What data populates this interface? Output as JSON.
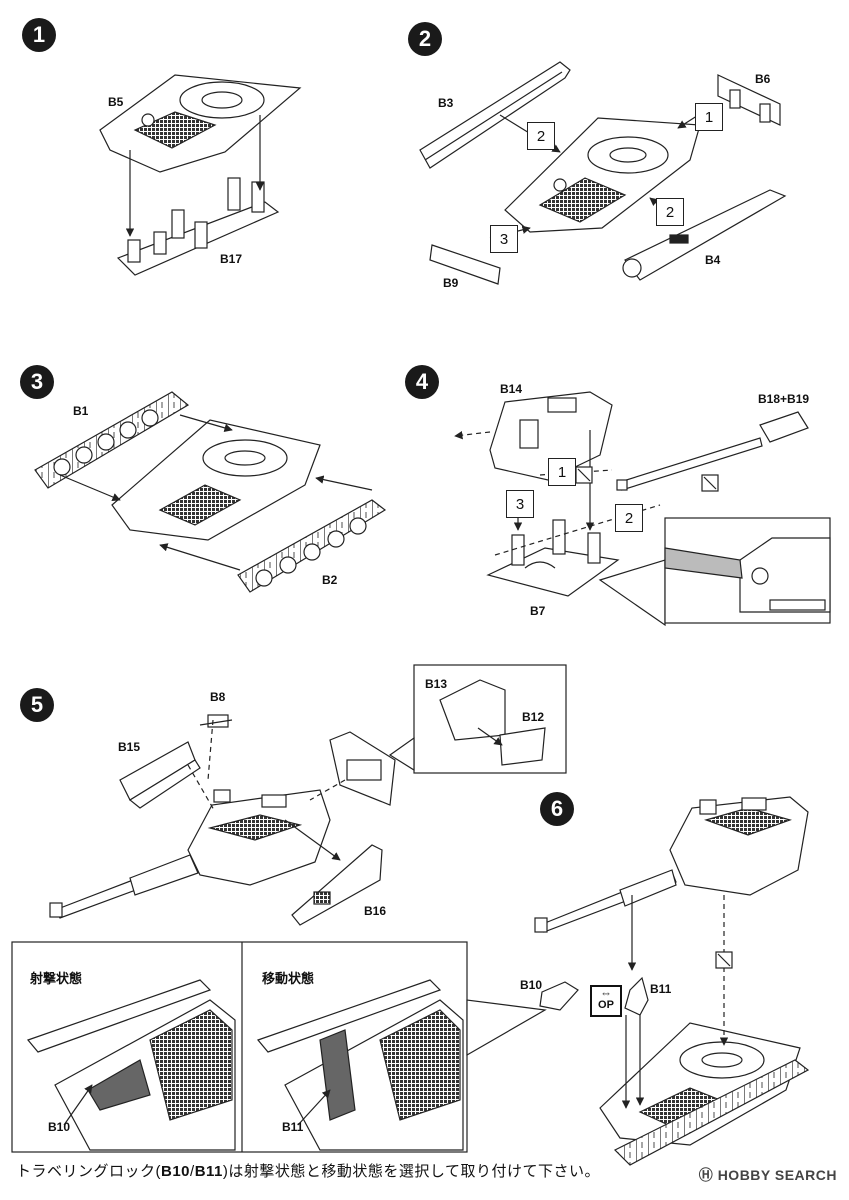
{
  "steps": [
    "1",
    "2",
    "3",
    "4",
    "5",
    "6"
  ],
  "step1": {
    "parts": {
      "b5": "B5",
      "b17": "B17"
    }
  },
  "step2": {
    "parts": {
      "b3": "B3",
      "b6": "B6",
      "b9": "B9",
      "b4": "B4"
    },
    "order": {
      "n1": "1",
      "n2a": "2",
      "n2b": "2",
      "n3": "3"
    }
  },
  "step3": {
    "parts": {
      "b1": "B1",
      "b2": "B2"
    }
  },
  "step4": {
    "parts": {
      "b14": "B14",
      "b18b19": "B18+B19",
      "b7": "B7"
    },
    "order": {
      "n1": "1",
      "n2": "2",
      "n3": "3"
    }
  },
  "step5": {
    "parts": {
      "b8": "B8",
      "b15": "B15",
      "b13": "B13",
      "b12": "B12",
      "b16": "B16"
    }
  },
  "step6": {
    "parts": {
      "b10": "B10",
      "b11": "B11"
    },
    "op_label": "OP"
  },
  "detail": {
    "firing_mode": "射撃状態",
    "travel_mode": "移動状態",
    "b10": "B10",
    "b11": "B11"
  },
  "caption": {
    "prefix": "トラベリングロック(",
    "part_a": "B10",
    "slash": "/",
    "part_b": "B11",
    "suffix": ")は射撃状態と移動状態を選択して取り付けて下さい。"
  },
  "watermark": "HOBBY SEARCH"
}
